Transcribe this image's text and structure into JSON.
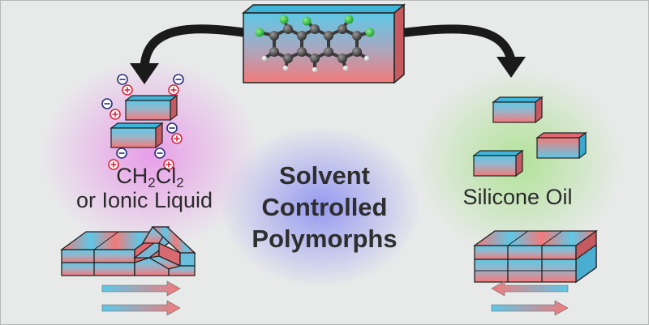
{
  "solvent_label": {
    "formula_parts": [
      "CH",
      "2",
      "Cl",
      "2"
    ],
    "alt": "or Ionic Liquid"
  },
  "oil_label": "Silicone Oil",
  "title_lines": [
    "Solvent",
    "Controlled",
    "Polymorphs"
  ],
  "colors": {
    "background": "#e8eaea",
    "blue": "#5ec8e6",
    "red": "#f37a7a",
    "positive_ion": "#d6283c",
    "negative_ion": "#2a2f7a",
    "arrow": "#1a1a1a",
    "carbon": "#404040",
    "chlorine": "#2fbf3f",
    "glow_left": "#e890e8",
    "glow_center": "#8d90f0",
    "glow_right": "#a8e08a"
  }
}
